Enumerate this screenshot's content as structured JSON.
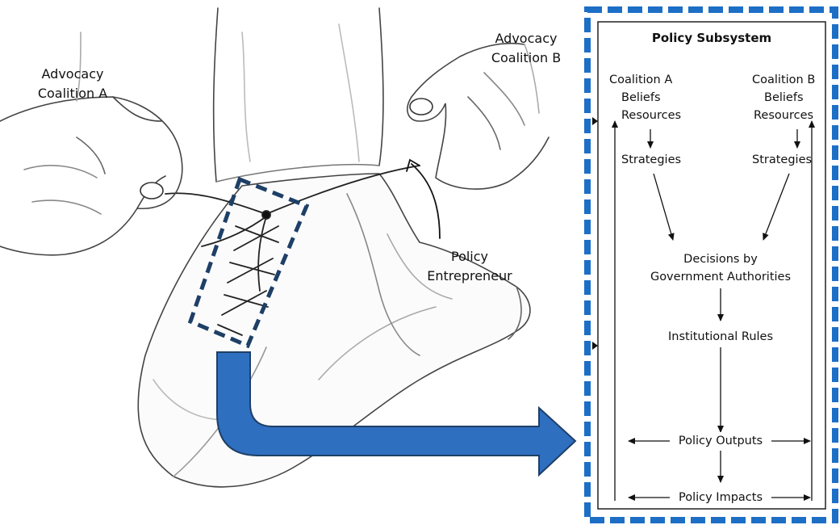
{
  "illustration": {
    "labels": {
      "coalition_a": [
        "Advocacy",
        "Coalition A"
      ],
      "coalition_b": [
        "Advocacy",
        "Coalition B"
      ],
      "entrepreneur": [
        "Policy",
        "Entrepreneur"
      ]
    }
  },
  "diagram": {
    "title": "Policy Subsystem",
    "coalition_a": {
      "name": "Coalition A",
      "beliefs": "Beliefs",
      "resources": "Resources",
      "strategies": "Strategies"
    },
    "coalition_b": {
      "name": "Coalition B",
      "beliefs": "Beliefs",
      "resources": "Resources",
      "strategies": "Strategies"
    },
    "decisions": [
      "Decisions by",
      "Government Authorities"
    ],
    "rules": "Institutional Rules",
    "outputs": "Policy Outputs",
    "impacts": "Policy Impacts"
  },
  "colors": {
    "accent_blue": "#2f6fc0",
    "dark_blue": "#1e3f66",
    "box_border": "#1d6fc6"
  }
}
